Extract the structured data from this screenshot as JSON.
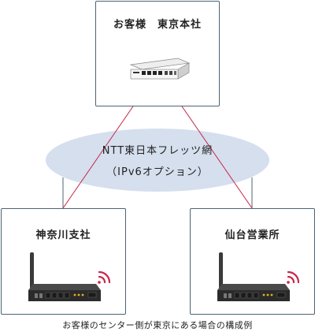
{
  "headquarters": {
    "label": "お客様　東京本社",
    "device": "network-appliance-icon"
  },
  "network": {
    "name": "NTT東日本フレッツ網",
    "option": "（IPv6オプション）"
  },
  "branches": [
    {
      "label": "神奈川支社",
      "device": "wireless-router-icon"
    },
    {
      "label": "仙台営業所",
      "device": "wireless-router-icon"
    }
  ],
  "caption": "お客様のセンター側が東京にある場合の構成例",
  "colors": {
    "box_border": "#4d6473",
    "cloud_fill": "#d5dfee",
    "vpn_line": "#c8264a",
    "wan_line": "#4d6473",
    "wifi_signal": "#c8264a"
  }
}
